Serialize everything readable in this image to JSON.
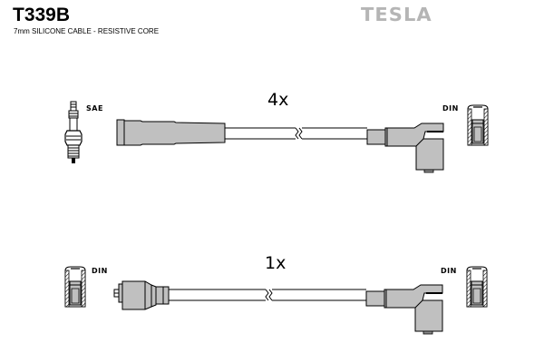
{
  "header": {
    "part_number": "T339B",
    "description": "7mm SILICONE CABLE - RESISTIVE CORE",
    "brand": "TESLA"
  },
  "colors": {
    "brand_gray": "#b5b5b5",
    "boot_fill": "#c0c0c0",
    "outline": "#000000"
  },
  "cables": [
    {
      "quantity_label": "4x",
      "left_end": {
        "type": "straight-boot",
        "connector_label": "SAE",
        "connector_icon": "spark-plug-icon"
      },
      "right_end": {
        "type": "angled-boot",
        "connector_label": "DIN",
        "connector_icon": "din-terminal-icon"
      }
    },
    {
      "quantity_label": "1x",
      "left_end": {
        "type": "distributor-boot",
        "connector_label": "DIN",
        "connector_icon": "din-terminal-icon"
      },
      "right_end": {
        "type": "angled-boot",
        "connector_label": "DIN",
        "connector_icon": "din-terminal-icon"
      }
    }
  ]
}
